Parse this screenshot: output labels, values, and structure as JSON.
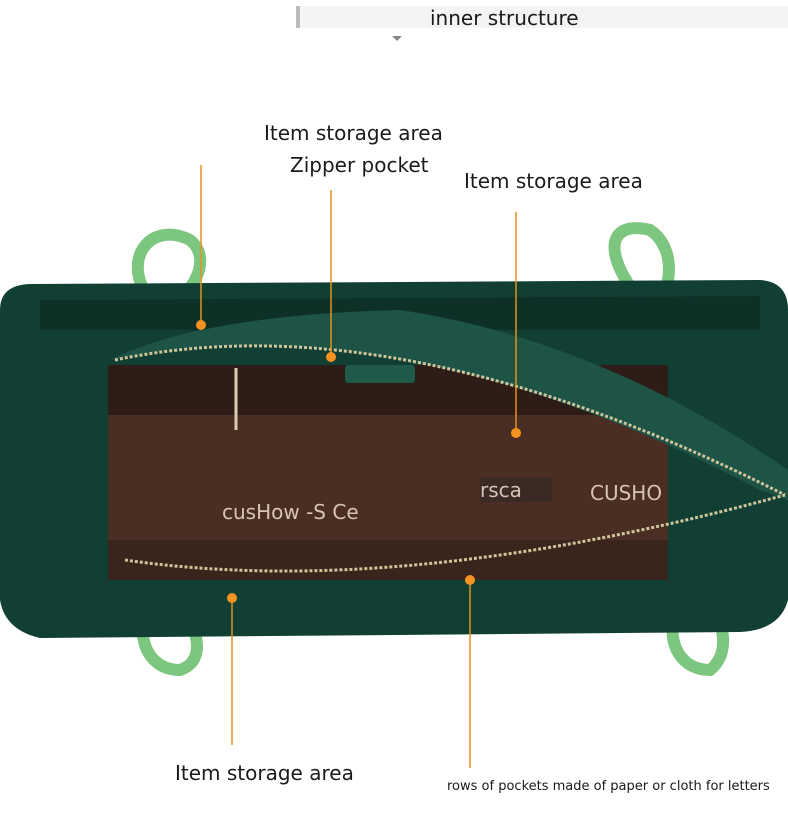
{
  "header": {
    "title": "inner structure"
  },
  "callouts": [
    {
      "label": "Item storage area"
    },
    {
      "label": "Zipper pocket"
    },
    {
      "label": "Item storage area"
    },
    {
      "label": "Item storage area"
    },
    {
      "label": "rows of pockets made of paper or cloth for letters"
    }
  ],
  "lining_text": [
    "cusHow -S Ce",
    "rsca",
    "CUSHO"
  ],
  "colors": {
    "callout": "#e8901e",
    "leather": "#123f33",
    "lining": "#4a2e24",
    "handle": "#6fbf73"
  }
}
